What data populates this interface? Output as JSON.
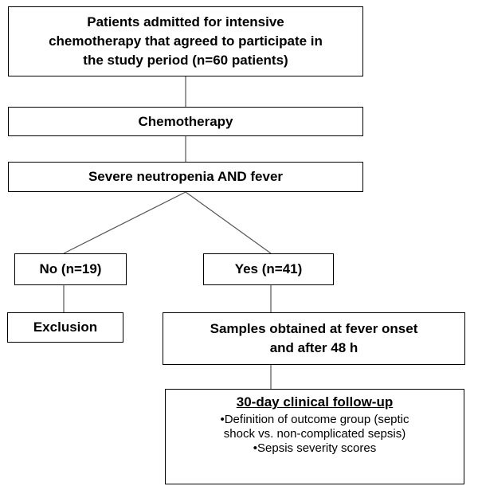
{
  "flowchart": {
    "top_box": {
      "lines": [
        "Patients admitted for intensive",
        "chemotherapy that agreed to participate in",
        "the study period (n=60 patients)"
      ]
    },
    "chemo_box": {
      "label": "Chemotherapy"
    },
    "neutropenia_box": {
      "label": "Severe neutropenia AND fever"
    },
    "no_box": {
      "label": "No (n=19)"
    },
    "yes_box": {
      "label": "Yes (n=41)"
    },
    "exclusion_box": {
      "label": "Exclusion"
    },
    "samples_box": {
      "lines": [
        "Samples obtained at fever onset",
        "and after 48 h"
      ]
    },
    "followup_box": {
      "title": "30-day clinical follow-up",
      "items": [
        "•Definition of outcome group (septic",
        "shock vs. non-complicated sepsis)",
        "•Sepsis severity scores"
      ]
    }
  }
}
